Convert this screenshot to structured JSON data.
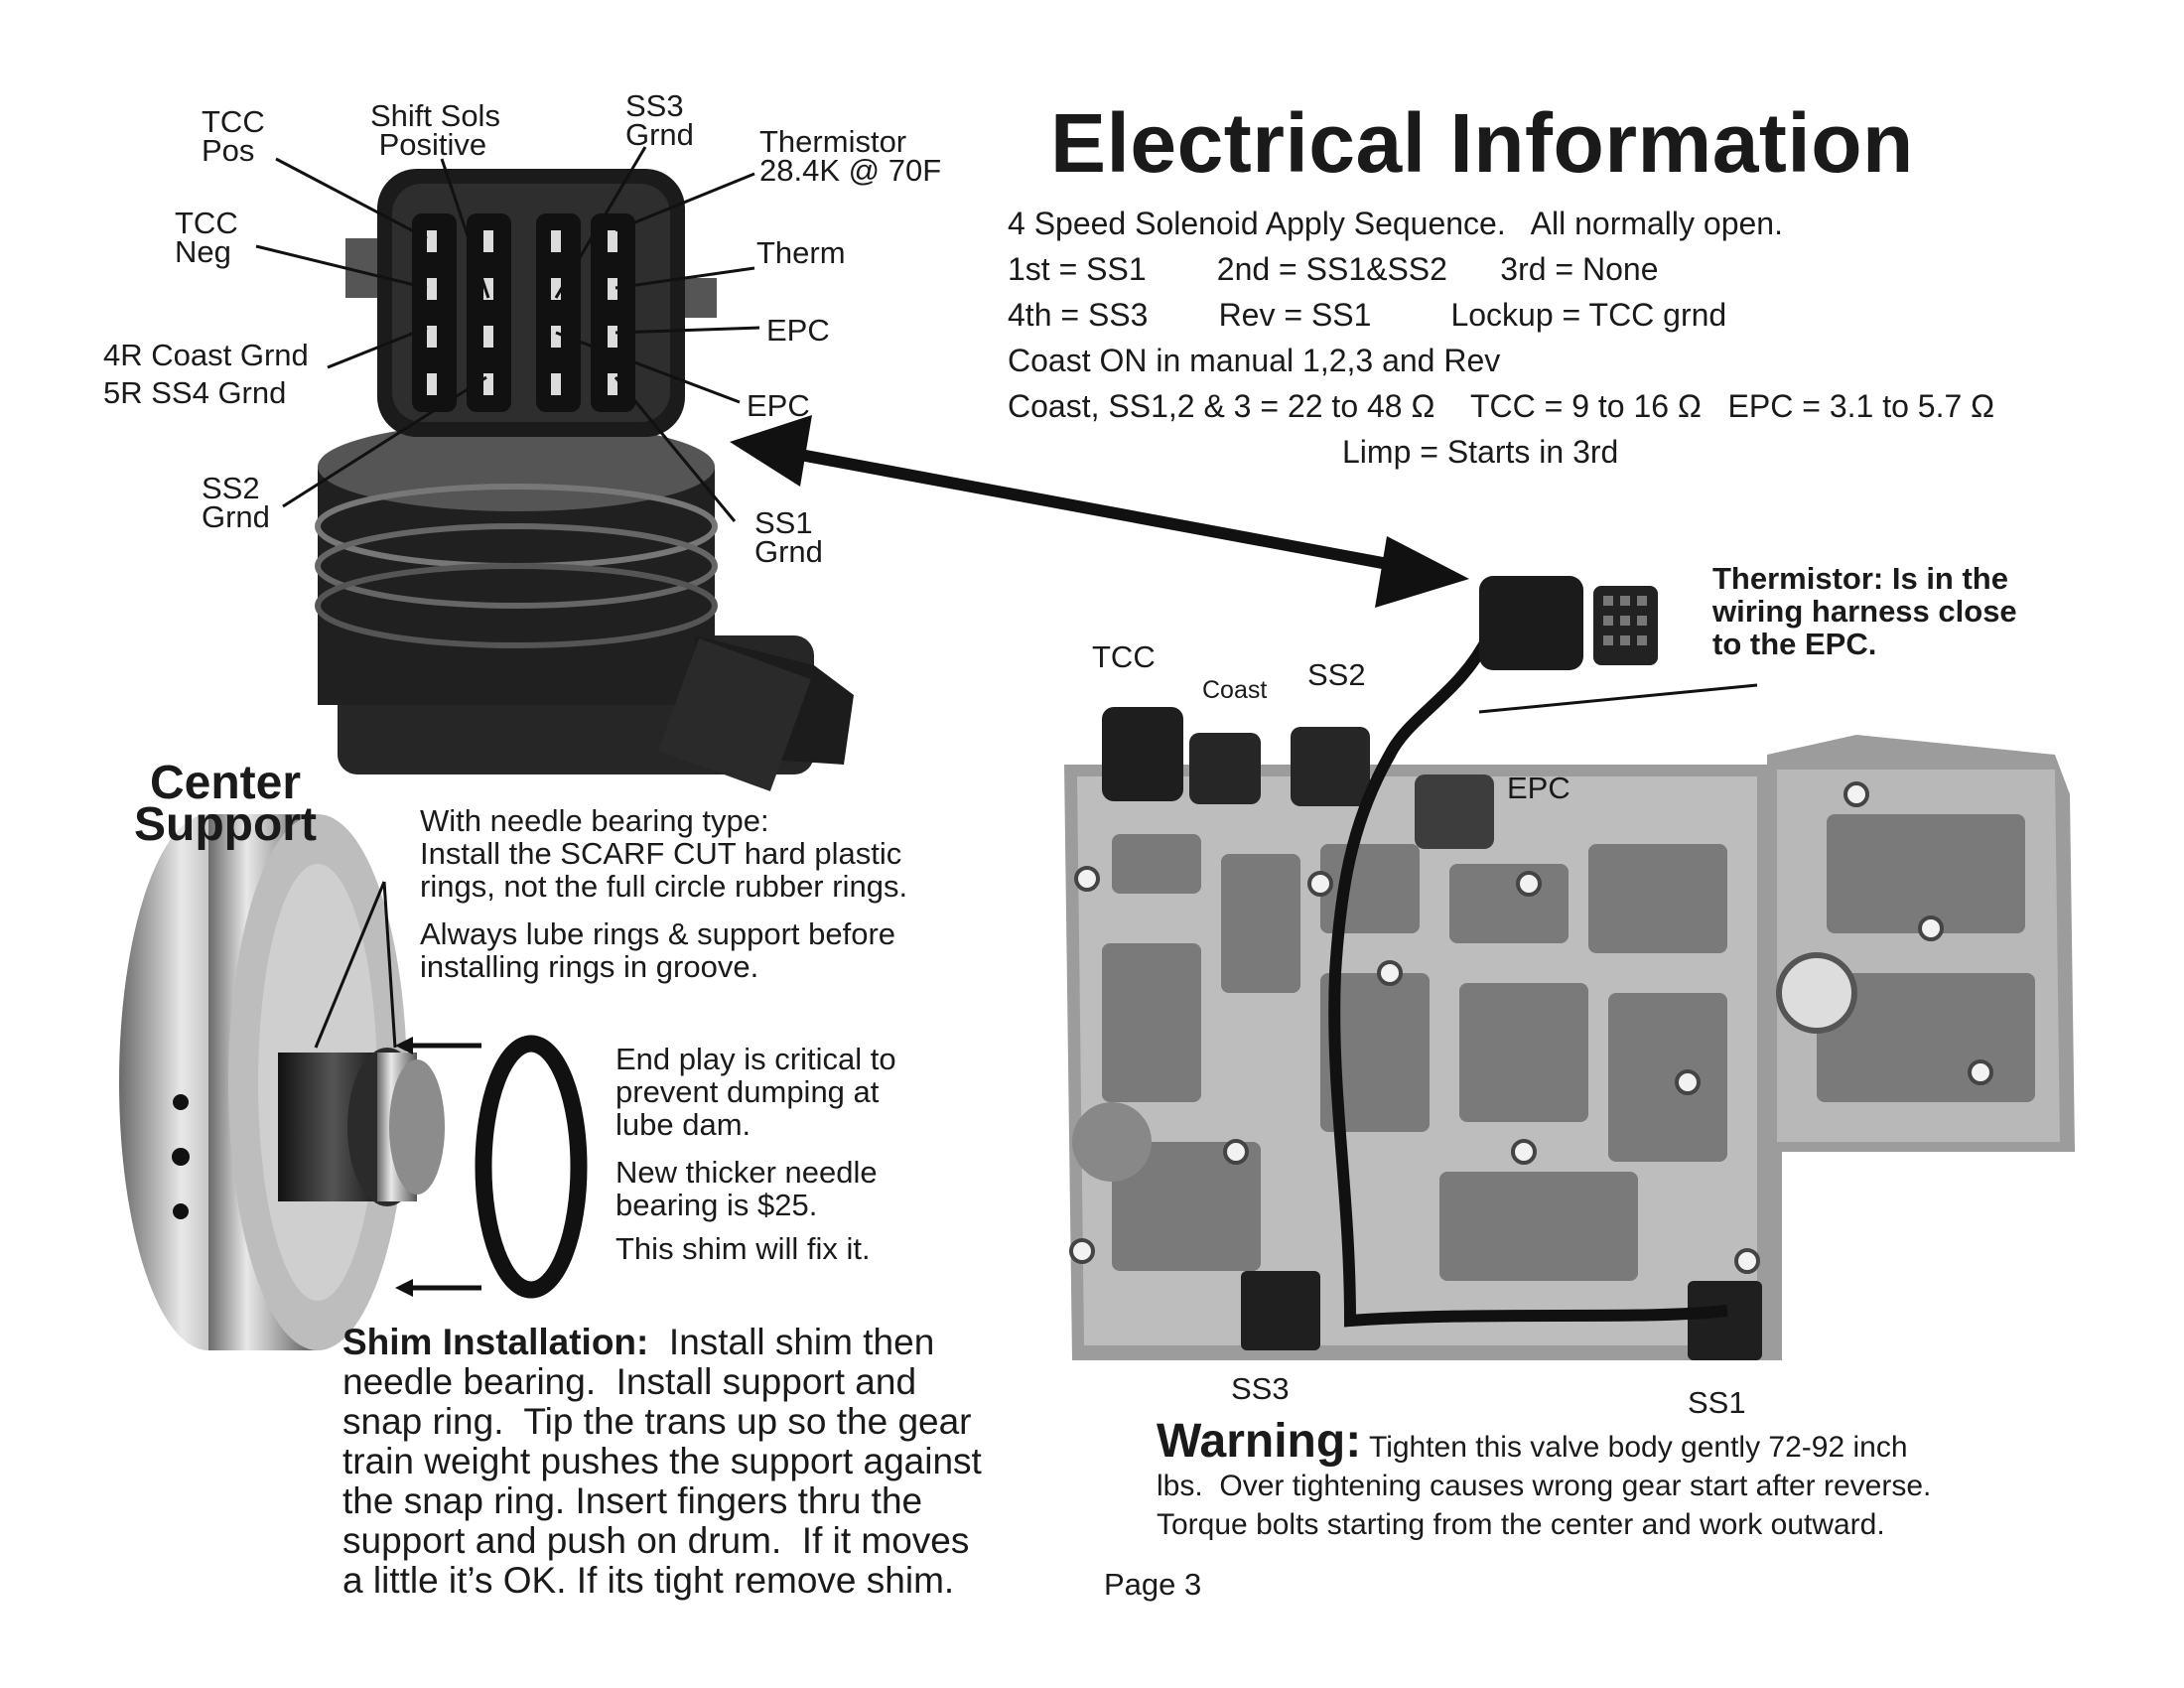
{
  "title": "Electrical Information",
  "connector_labels": {
    "tcc_pos": "TCC\nPos",
    "shift_sols": "Shift Sols\n Positive",
    "ss3_grnd": "SS3\nGrnd",
    "thermistor": "Thermistor\n28.4K @ 70F",
    "tcc_neg": "TCC\nNeg",
    "therm": "Therm",
    "epc_1": "EPC",
    "coast_grnd": "4R Coast Grnd",
    "ss4_grnd": "5R SS4 Grnd",
    "epc_2": "EPC",
    "ss2_grnd": "SS2\nGrnd",
    "ss1_grnd": "SS1\nGrnd"
  },
  "specs": {
    "line1": "4 Speed Solenoid Apply Sequence.   All normally open.",
    "line2": "1st = SS1        2nd = SS1&SS2      3rd = None",
    "line3": "4th = SS3        Rev = SS1         Lockup = TCC grnd",
    "line4": "Coast ON in manual 1,2,3 and Rev",
    "line5": "Coast, SS1,2 & 3 = 22 to 48 Ω    TCC = 9 to 16 Ω   EPC = 3.1 to 5.7 Ω",
    "line6": "Limp = Starts in 3rd"
  },
  "center_support": {
    "heading": "Center\nSupport",
    "needle_note": "With needle bearing type:\nInstall the SCARF CUT hard plastic\nrings, not the full circle rubber rings.",
    "lube_note": "Always lube rings & support before\ninstalling rings in groove.",
    "end_play": "End play is critical to\nprevent dumping at\nlube dam.",
    "new_bearing": "New thicker needle\nbearing is $25.",
    "shim_fix": "This shim will fix it.",
    "shim_heading": "Shim Installation:",
    "shim_text": "  Install shim then\nneedle bearing.  Install support and\nsnap ring.  Tip the trans up so the gear\ntrain weight pushes the support against\nthe snap ring. Insert fingers thru the\nsupport and push on drum.  If it moves\na little it’s OK. If its tight remove shim."
  },
  "valve_body_labels": {
    "tcc": "TCC",
    "coast": "Coast",
    "ss2": "SS2",
    "epc": "EPC",
    "ss3": "SS3",
    "ss1": "SS1"
  },
  "thermistor_note": "Thermistor: Is in the\nwiring harness close\nto the EPC.",
  "warning": {
    "label": "Warning:",
    "line1": " Tighten this valve body gently 72-92 inch",
    "rest": "lbs.  Over tightening causes wrong gear start after reverse.\nTorque bolts starting from the center and work outward."
  },
  "page": "Page 3"
}
